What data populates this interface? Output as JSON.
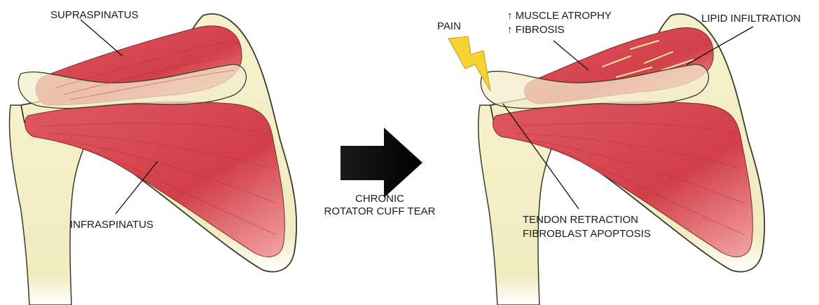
{
  "left_panel": {
    "labels": {
      "supraspinatus": "SUPRASPINATUS",
      "infraspinatus": "INFRASPINATUS"
    }
  },
  "transition": {
    "line1": "CHRONIC",
    "line2": "ROTATOR CUFF TEAR"
  },
  "right_panel": {
    "labels": {
      "pain": "PAIN",
      "atrophy": "↑ MUSCLE ATROPHY",
      "fibrosis": "↑ FIBROSIS",
      "lipid": "LIPID INFILTRATION",
      "tendon": "TENDON RETRACTION",
      "apoptosis": "FIBROBLAST APOPTOSIS"
    }
  },
  "colors": {
    "bone": "#f4efc4",
    "bone_outline": "#3a3a2a",
    "muscle": "#d9464f",
    "muscle_light": "#f08a88",
    "arrow": "#000000",
    "lightning": "#f6d232",
    "lipid": "#f3e7a0"
  }
}
